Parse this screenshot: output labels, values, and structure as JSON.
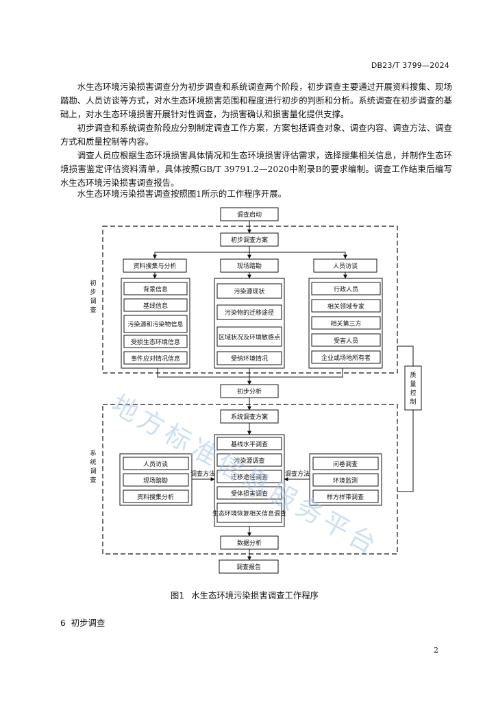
{
  "header": {
    "standard_no": "DB23/T 3799—2024"
  },
  "paragraphs": [
    "水生态环境污染损害调查分为初步调查和系统调查两个阶段，初步调查主要通过开展资料搜集、现场踏勘、人员访谈等方式，对水生态环境损害范围和程度进行初步的判断和分析。系统调查在初步调查的基础上，对水生态环境损害开展针对性调查，为损害确认和损害量化提供支撑。",
    "初步调查和系统调查阶段应分别制定调查工作方案，方案包括调查对象、调查内容、调查方法、调查方式和质量控制等内容。",
    "调查人员应根据生态环境损害具体情况和生态环境损害评估需求，选择搜集相关信息，并制作生态环境损害鉴定评估资料清单，具体按照GB/T 39791.2—2020中附录B的要求编制。调查工作结束后编写水生态环境污染损害调查报告。",
    "水生态环境污染损害调查按照图1所示的工作程序开展。"
  ],
  "flowchart": {
    "start": "调查启动",
    "prelim_plan": "初步调查方案",
    "prelim_label": [
      "初",
      "步",
      "调",
      "查"
    ],
    "col1_title": "资料搜集与分析",
    "col1_items": [
      "背景信息",
      "基线信息",
      "污染源和污染物信息",
      "受损生态环境信息",
      "事件应对情况信息"
    ],
    "col2_title": "现场踏勘",
    "col2_items": [
      "污染源现状",
      "污染物的迁移途径",
      "区域状况及环境敏感点",
      "受纳环境情况"
    ],
    "col3_title": "人员访谈",
    "col3_items": [
      "行政人员",
      "相关领域专家",
      "相关第三方",
      "受害人员",
      "企业或场地所有者"
    ],
    "prelim_analysis": "初步分析",
    "quality_label": [
      "质",
      "量",
      "控",
      "制"
    ],
    "system_plan": "系统调查方案",
    "system_label": [
      "系",
      "统",
      "调",
      "查"
    ],
    "center_items": [
      "基线水平调查",
      "污染源调查",
      "迁移途径调查",
      "受体损害调查",
      "生态环境恢复相关信息调查"
    ],
    "left_items": [
      "人员访谈",
      "现场踏勘",
      "资料搜集分析"
    ],
    "right_items": [
      "问卷调查",
      "环境监测",
      "样方样带调查"
    ],
    "method_label": "调查方法",
    "data_analysis": "数据分析",
    "report": "调查报告"
  },
  "caption": {
    "number": "图1",
    "title": "水生态环境污染损害调查工作程序"
  },
  "section": {
    "number": "6",
    "title": "初步调查"
  },
  "page_number": "2",
  "watermark": "地方标准信息服务平台"
}
